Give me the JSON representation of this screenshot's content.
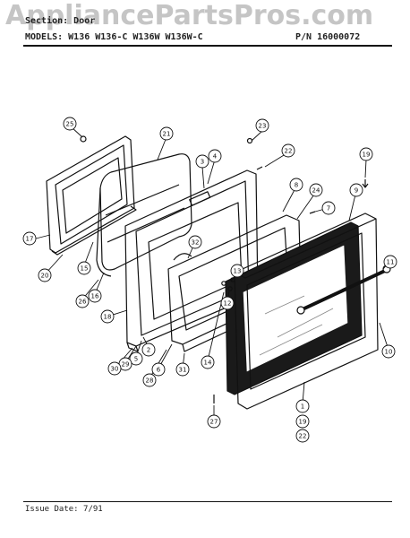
{
  "watermark": "AppliancePartsPros.com",
  "header": {
    "section": "Section: Door",
    "models": "MODELS: W136  W136-C  W136W  W136W-C",
    "part_number": "P/N 16000072"
  },
  "footer": {
    "issue_date": "Issue Date: 7/91"
  },
  "callouts": [
    "25",
    "21",
    "23",
    "3",
    "4",
    "22",
    "19",
    "17",
    "20",
    "15",
    "16",
    "26",
    "8",
    "24",
    "7",
    "9",
    "32",
    "13",
    "11",
    "12",
    "18",
    "2",
    "5",
    "29",
    "30",
    "6",
    "28",
    "31",
    "14",
    "10",
    "27",
    "1",
    "19",
    "22"
  ]
}
